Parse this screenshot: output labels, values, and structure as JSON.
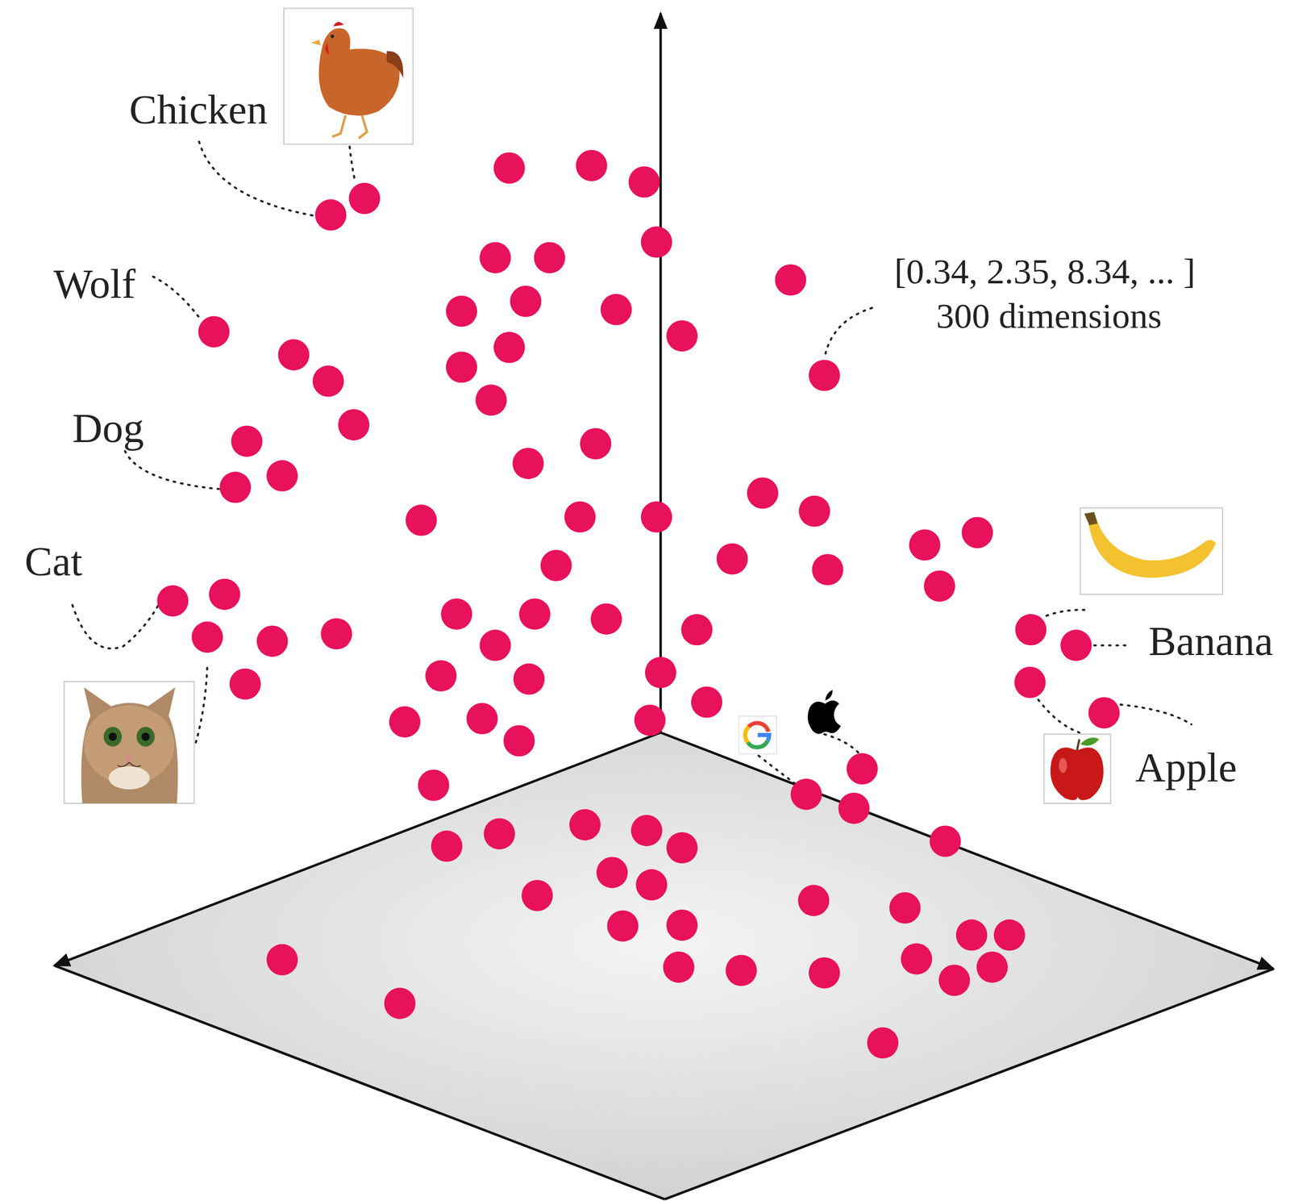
{
  "diagram": {
    "labels": [
      "Chicken",
      "Wolf",
      "Dog",
      "Cat",
      "[0.34, 2.35, 8.34, ... ]",
      "300 dimensions",
      "Banana",
      "Apple"
    ]
  }
}
